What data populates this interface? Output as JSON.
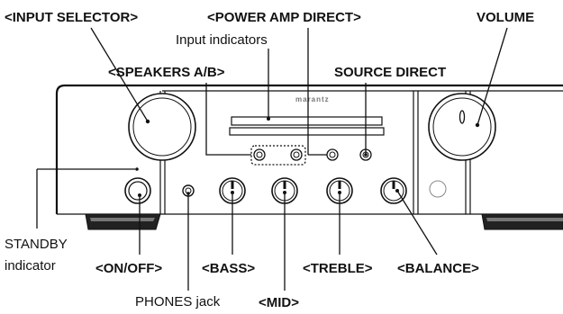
{
  "diagram": {
    "brand_logo": "marantz",
    "labels": {
      "input_selector": "<INPUT SELECTOR>",
      "power_amp_direct": "<POWER AMP DIRECT>",
      "volume": "VOLUME",
      "input_indicators": "Input indicators",
      "speakers_ab": "<SPEAKERS A/B>",
      "source_direct": "SOURCE DIRECT",
      "standby_indicator_line1": "STANDBY",
      "standby_indicator_line2": "indicator",
      "on_off": "<ON/OFF>",
      "bass": "<BASS>",
      "treble": "<TREBLE>",
      "balance": "<BALANCE>",
      "phones_jack": "PHONES jack",
      "mid": "<MID>"
    }
  }
}
